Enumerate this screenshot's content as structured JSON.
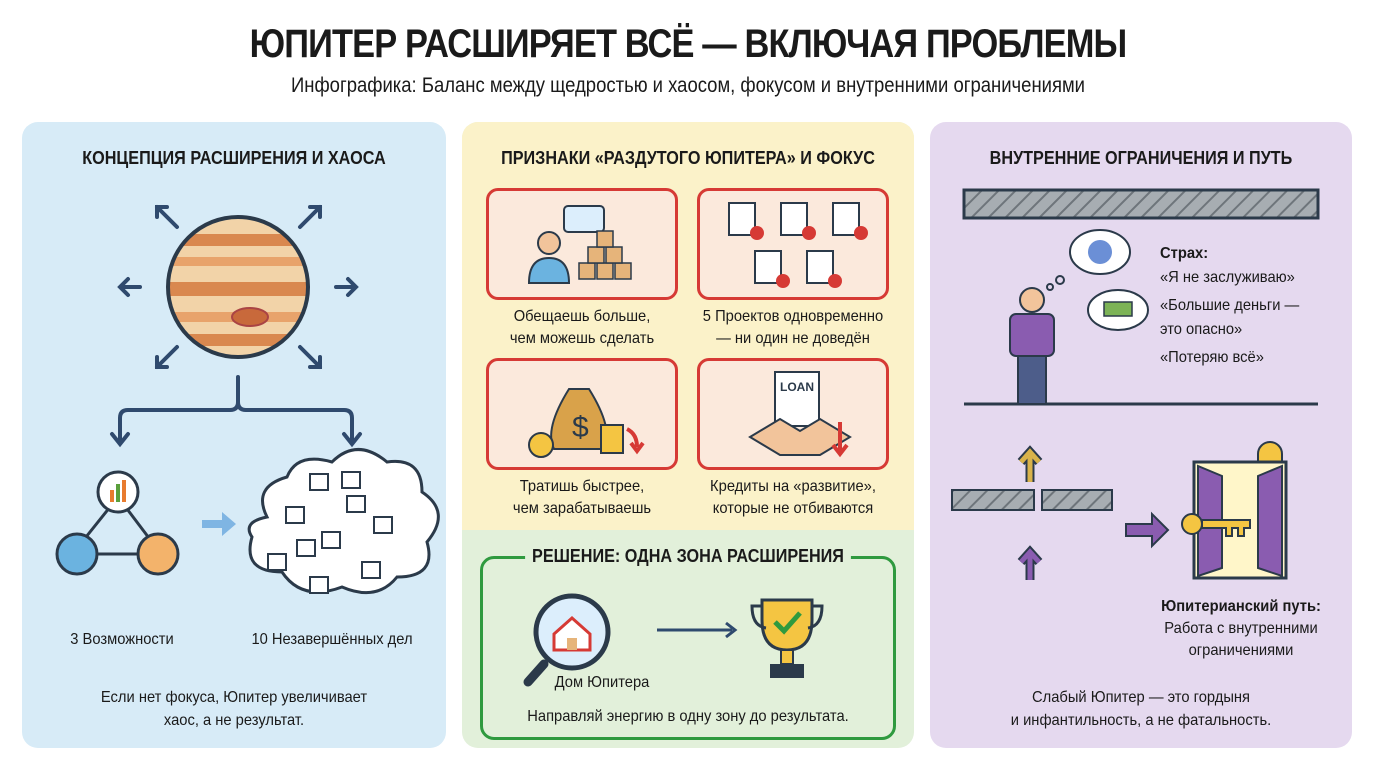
{
  "title": "ЮПИТЕР РАСШИРЯЕТ ВСЁ — ВКЛЮЧАЯ ПРОБЛЕМЫ",
  "subtitle": "Инфографика: Баланс между щедростью и хаосом, фокусом и внутренними ограничениями",
  "left": {
    "header": "КОНЦЕПЦИЯ РАСШИРЕНИЯ И ХАОСА",
    "label_a": "3 Возможности",
    "label_b": "10 Незавершённых дел",
    "footer_1": "Если нет фокуса, Юпитер увеличивает",
    "footer_2": "хаос, а не результат."
  },
  "middle": {
    "header": "ПРИЗНАКИ «РАЗДУТОГО ЮПИТЕРА» И ФОКУС",
    "cards": [
      {
        "l1": "Обещаешь больше,",
        "l2": "чем можешь сделать"
      },
      {
        "l1": "5 Проектов одновременно",
        "l2": "— ни один не доведён"
      },
      {
        "l1": "Тратишь быстрее,",
        "l2": "чем зарабатываешь"
      },
      {
        "l1": "Кредиты на «развитие»,",
        "l2": "которые не отбиваются"
      }
    ],
    "loan_label": "LOAN",
    "solution": {
      "header": "РЕШЕНИЕ: ОДНА ЗОНА РАСШИРЕНИЯ",
      "house_label": "Дом Юпитера",
      "footer": "Направляй энергию в одну зону до результата."
    }
  },
  "right": {
    "header": "ВНУТРЕННИЕ ОГРАНИЧЕНИЯ И ПУТЬ",
    "fear_title": "Страх:",
    "fear_1": "«Я не заслуживаю»",
    "fear_2a": "«Большие деньги —",
    "fear_2b": "это опасно»",
    "fear_3": "«Потеряю всё»",
    "path_title": "Юпитерианский путь:",
    "path_1": "Работа с внутренними",
    "path_2": "ограничениями",
    "footer_1": "Слабый Юпитер — это гордыня",
    "footer_2": "и инфантильность, а не фатальность."
  },
  "colors": {
    "blue_panel": "#d7ebf7",
    "yellow_panel": "#fbf2c9",
    "green_panel": "#e2f0da",
    "purple_panel": "#e5d9ef",
    "red": "#d63a35",
    "green": "#2f9a3f",
    "purple": "#7a4d9c"
  }
}
